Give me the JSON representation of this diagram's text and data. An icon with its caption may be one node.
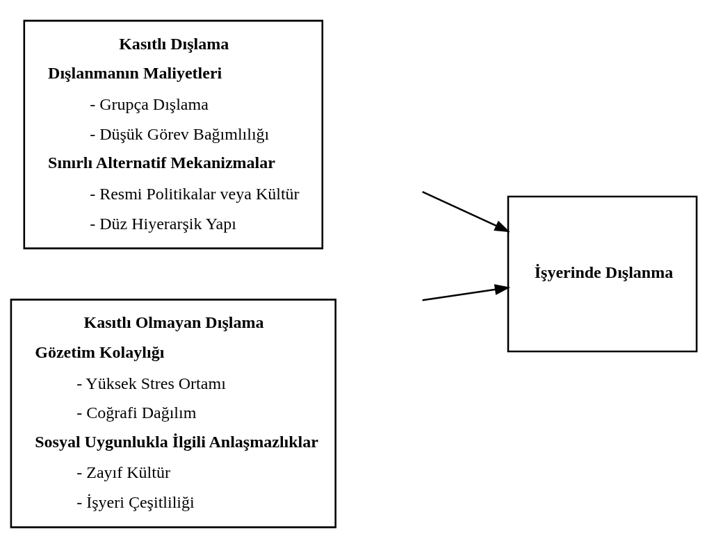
{
  "diagram": {
    "nodes": [
      {
        "text": [
          "Kasıtlı Dışlama",
          "Dışlanmanın Maliyetleri",
          "- Grupça Dışlama",
          "- Düşük Görev Bağımlılığı",
          "Sınırlı Alternatif Mekanizmalar",
          "- Resmi Politikalar veya Kültür",
          "- Düz Hiyerarşik Yapı"
        ]
      },
      {
        "text": [
          "Kasıtlı Olmayan Dışlama",
          "Gözetim Kolaylığı",
          "- Yüksek Stres Ortamı",
          "- Coğrafi Dağılım",
          "Sosyal Uygunlukla İlgili Anlaşmazlıklar",
          "- Zayıf Kültür",
          "- İşyeri Çeşitliliği"
        ]
      },
      {
        "text": [
          "İşyerinde Dışlanma"
        ]
      }
    ],
    "edges": [
      {
        "from": null,
        "to": 2,
        "arrow": "to"
      },
      {
        "from": null,
        "to": 2,
        "arrow": "to"
      }
    ]
  }
}
